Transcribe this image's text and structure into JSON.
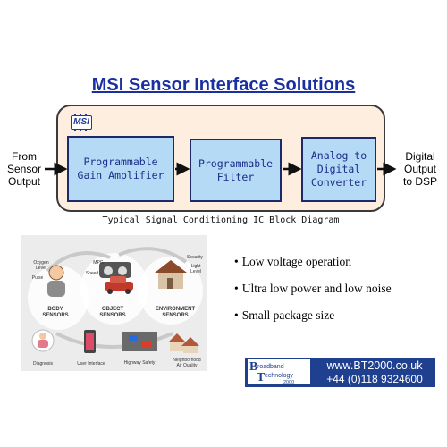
{
  "title": "MSI Sensor Interface Solutions",
  "logo_mark": "MSI",
  "diagram": {
    "input_label": "From\nSensor\nOutput",
    "output_label": "Digital\nOutput\nto DSP",
    "blocks": [
      {
        "label": "Programmable\nGain Amplifier"
      },
      {
        "label": "Programmable\nFilter"
      },
      {
        "label": "Analog to\nDigital\nConverter"
      }
    ],
    "caption": "Typical Signal Conditioning IC Block Diagram"
  },
  "illustration": {
    "categories": [
      "BODY\nSENSORS",
      "OBJECT\nSENSORS",
      "ENVIRONMENT\nSENSORS"
    ],
    "labels": {
      "oxygen": "Oxygen\nLevel",
      "pulse": "Pulse",
      "mpg": "MPG",
      "speed": "Speed",
      "security": "Security",
      "light": "Light\nLevel",
      "diagnosis": "Diagnosis",
      "user_interface": "User Interface",
      "highway": "Highway Safety",
      "neighborhood": "Neighborhood\nAir Quality"
    }
  },
  "bullets": [
    "Low voltage operation",
    "Ultra low power and low noise",
    "Small package size"
  ],
  "brand": {
    "logo_line1": "Broadband",
    "logo_line2": "Technology",
    "logo_year": "2000",
    "url": "www.BT2000.co.uk",
    "phone": "+44 (0)118 9324600"
  },
  "colors": {
    "title": "#1a2fa0",
    "block_fill": "#b5daf6",
    "ic_fill": "#fdeee0",
    "banner": "#1f3f8f"
  }
}
